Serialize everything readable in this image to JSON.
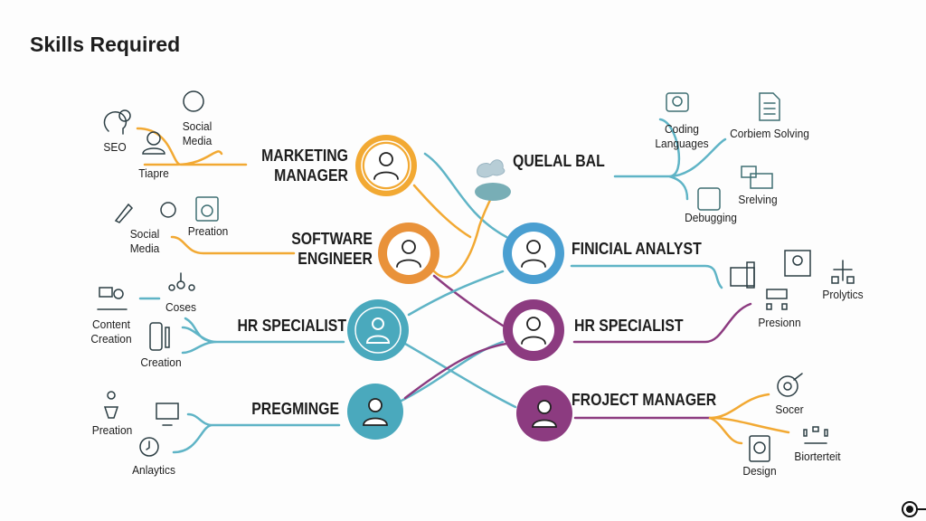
{
  "title": "Skills Required",
  "colors": {
    "orange": "#f2a933",
    "orange2": "#e9923a",
    "teal": "#4aa9bd",
    "blue": "#4a9fd1",
    "purple": "#8c3b80",
    "line_teal": "#5fb4c6"
  },
  "roles": {
    "marketing_manager": [
      "MARKETING",
      "MANAGER"
    ],
    "software_engineer": [
      "SOFTWARE",
      "ENGINEER"
    ],
    "hr_specialist_left": "HR SPECIALIST",
    "pregminge": "PREGMINGE",
    "quelal_bal": "QUELAL BAL",
    "finicial_analyst": "FINICIAL ANALYST",
    "hr_specialist_right": "HR SPECIALIST",
    "project_manager": "FROJECT MANAGER"
  },
  "skills": {
    "seo": "SEO",
    "tiapre": "Tiapre",
    "social_media_1": [
      "Social",
      "Media"
    ],
    "social_media_2": [
      "Social",
      "Media"
    ],
    "preation_1": "Preation",
    "content_creation": [
      "Content",
      "Creation"
    ],
    "coses": "Coses",
    "creation": "Creation",
    "preation_2": "Preation",
    "anlaytics": "Anlaytics",
    "coding_languages": [
      "Coding",
      "Languages"
    ],
    "corbiem_solving": "Corbiem Solving",
    "srelving": "Srelving",
    "debugging": "Debugging",
    "prolytics": "Prolytics",
    "presionn": "Presionn",
    "socer": "Socer",
    "biorterteit": "Biorterteit",
    "design": "Design"
  }
}
